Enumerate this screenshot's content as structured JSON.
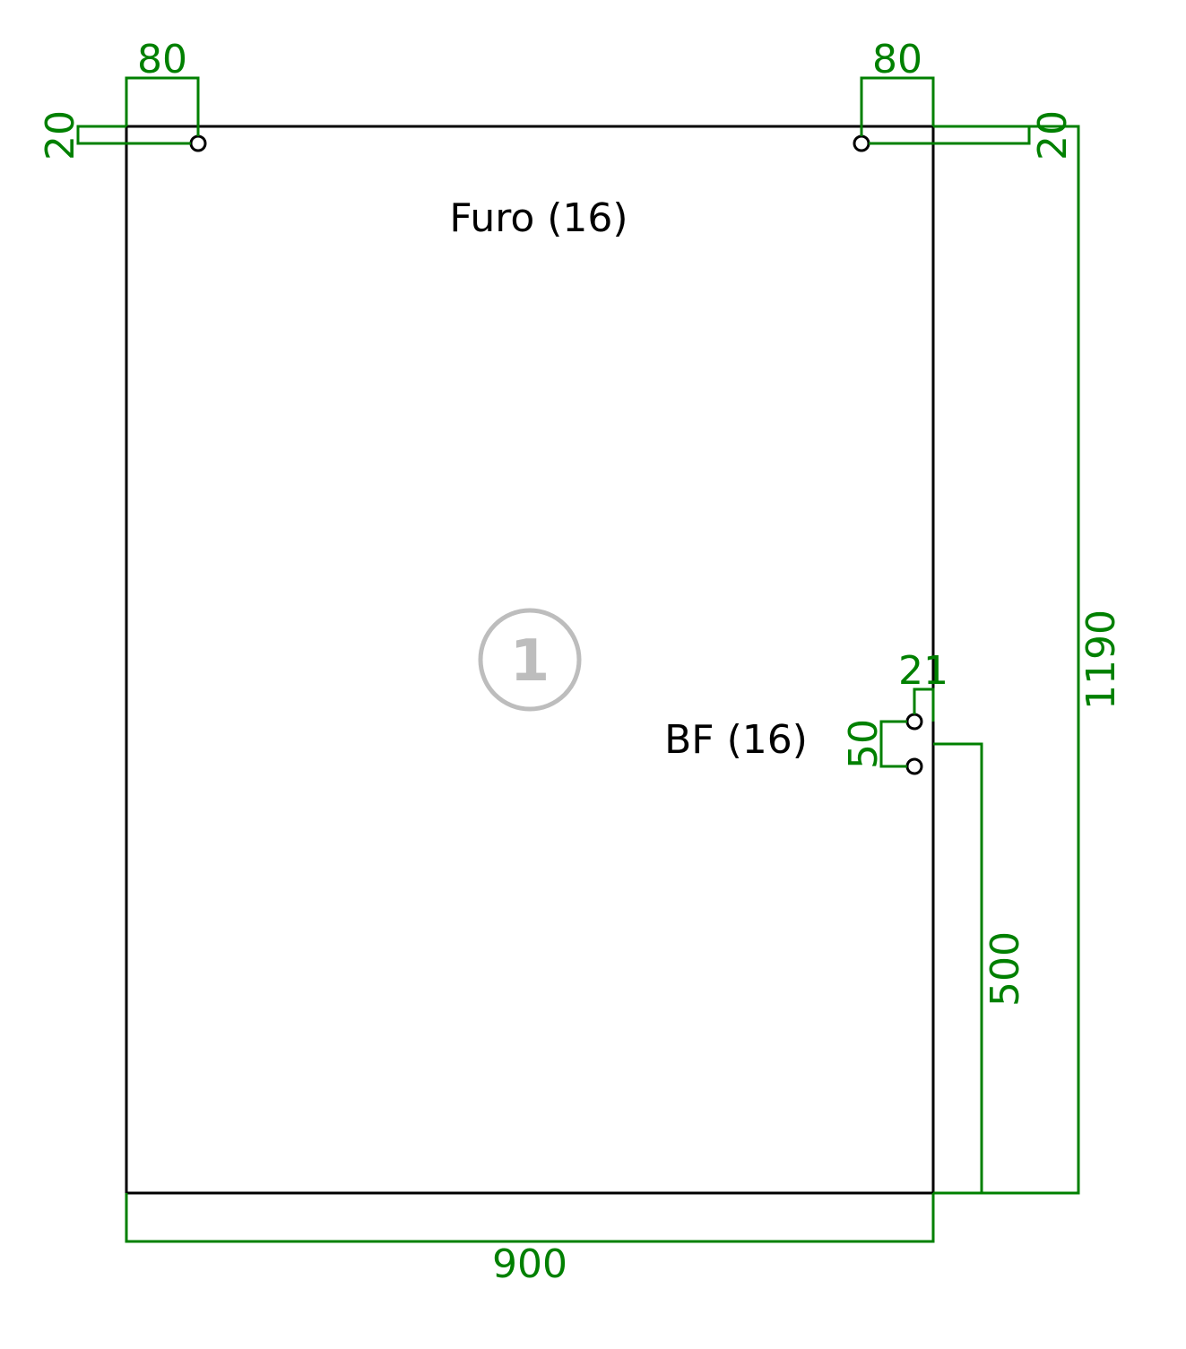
{
  "colors": {
    "outline": "#000000",
    "dimension": "#008000",
    "badge": "#bdbdbd"
  },
  "piece": {
    "number": "1"
  },
  "labels": {
    "top_holes": "Furo (16)",
    "side_holes": "BF (16)"
  },
  "dimensions": {
    "width": "900",
    "height": "1190",
    "top_left_hole_x": "80",
    "top_right_hole_x": "80",
    "top_left_hole_y": "20",
    "top_right_hole_y": "20",
    "side_hole_inset": "21",
    "side_hole_spacing": "50",
    "side_hole_from_bottom": "500"
  }
}
